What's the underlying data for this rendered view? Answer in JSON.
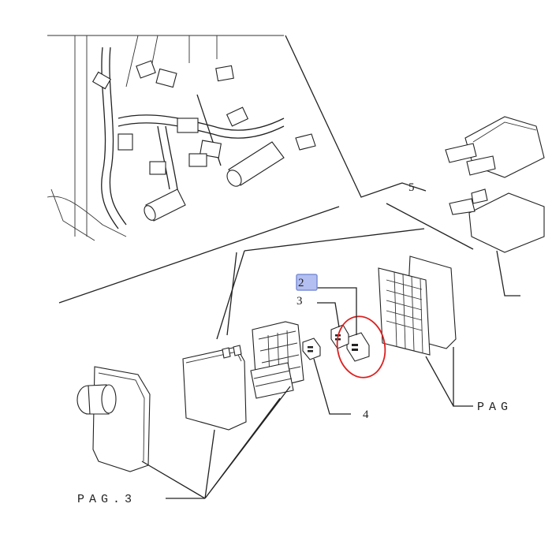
{
  "callouts": {
    "c2": "2",
    "c3": "3",
    "c4": "4",
    "c5": "5"
  },
  "page_refs": {
    "left": "PAG.3",
    "right": "PAG"
  },
  "colors": {
    "highlight_fill": "#b3bff0",
    "selection_circle": "#dd1f1f"
  }
}
